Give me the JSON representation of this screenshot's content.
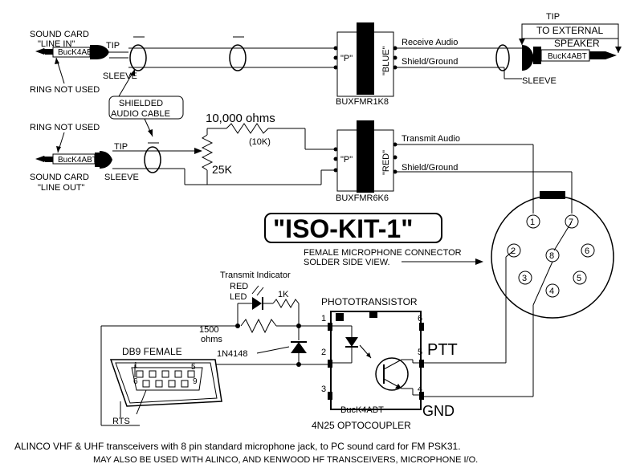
{
  "labels": {
    "sound_card_line_in": [
      "SOUND CARD",
      "\"LINE IN\""
    ],
    "tip_top": "TIP",
    "sleeve_top": "SLEEVE",
    "ring_not_used_top": "RING NOT USED",
    "shielded_cable": [
      "SHIELDED",
      "AUDIO CABLE"
    ],
    "ring_not_used_bottom": "RING NOT USED",
    "tip_bottom": "TIP",
    "sleeve_bottom": "SLEEVE",
    "sound_card_line_out": [
      "SOUND CARD",
      "\"LINE OUT\""
    ],
    "plug_brand": "BucK4ABT",
    "resistor_value": "10,000 ohms",
    "resistor_alt": "(10K)",
    "pot_value": "25K",
    "p_label": "\"P\"",
    "blue_label": "\"BLUE\"",
    "red_label": "\"RED\"",
    "xfmr1": "BUXFMR1K8",
    "xfmr2": "BUXFMR6K6",
    "receive_audio": "Receive Audio",
    "shield_ground_top": "Shield/Ground",
    "transmit_audio": "Transmit Audio",
    "shield_ground_bottom": "Shield/Ground",
    "tip_right": "TIP",
    "to_external": "TO EXTERNAL",
    "speaker": "SPEAKER",
    "sleeve_right": "SLEEVE",
    "title": "\"ISO-KIT-1\"",
    "female_mic": "FEMALE MICROPHONE CONNECTOR",
    "solder_side": "SOLDER SIDE VIEW.",
    "mic_pins": [
      "1",
      "2",
      "3",
      "4",
      "5",
      "6",
      "7",
      "8"
    ],
    "transmit_indicator": "Transmit Indicator",
    "red_led": [
      "RED",
      "LED"
    ],
    "r1k": "1K",
    "r1500": [
      "1500",
      "ohms"
    ],
    "phototransistor": "PHOTOTRANSISTOR",
    "diode": "1N4148",
    "db9": "DB9 FEMALE",
    "db9_pins_top": [
      "1",
      "5"
    ],
    "db9_pins_bottom": [
      "6",
      "9"
    ],
    "rts": "RTS",
    "opto_pins": [
      "1",
      "2",
      "3",
      "4",
      "5",
      "6"
    ],
    "ptt": "PTT",
    "gnd": "GND",
    "opto_brand": "BucK4ABT",
    "opto_name": "4N25  OPTOCOUPLER",
    "footer1": "ALINCO VHF & UHF transceivers with 8 pin standard microphone jack, to PC sound card for FM PSK31.",
    "footer2": "MAY ALSO BE USED WITH ALINCO, AND KENWOOD HF TRANSCEIVERS, MICROPHONE I/O."
  }
}
